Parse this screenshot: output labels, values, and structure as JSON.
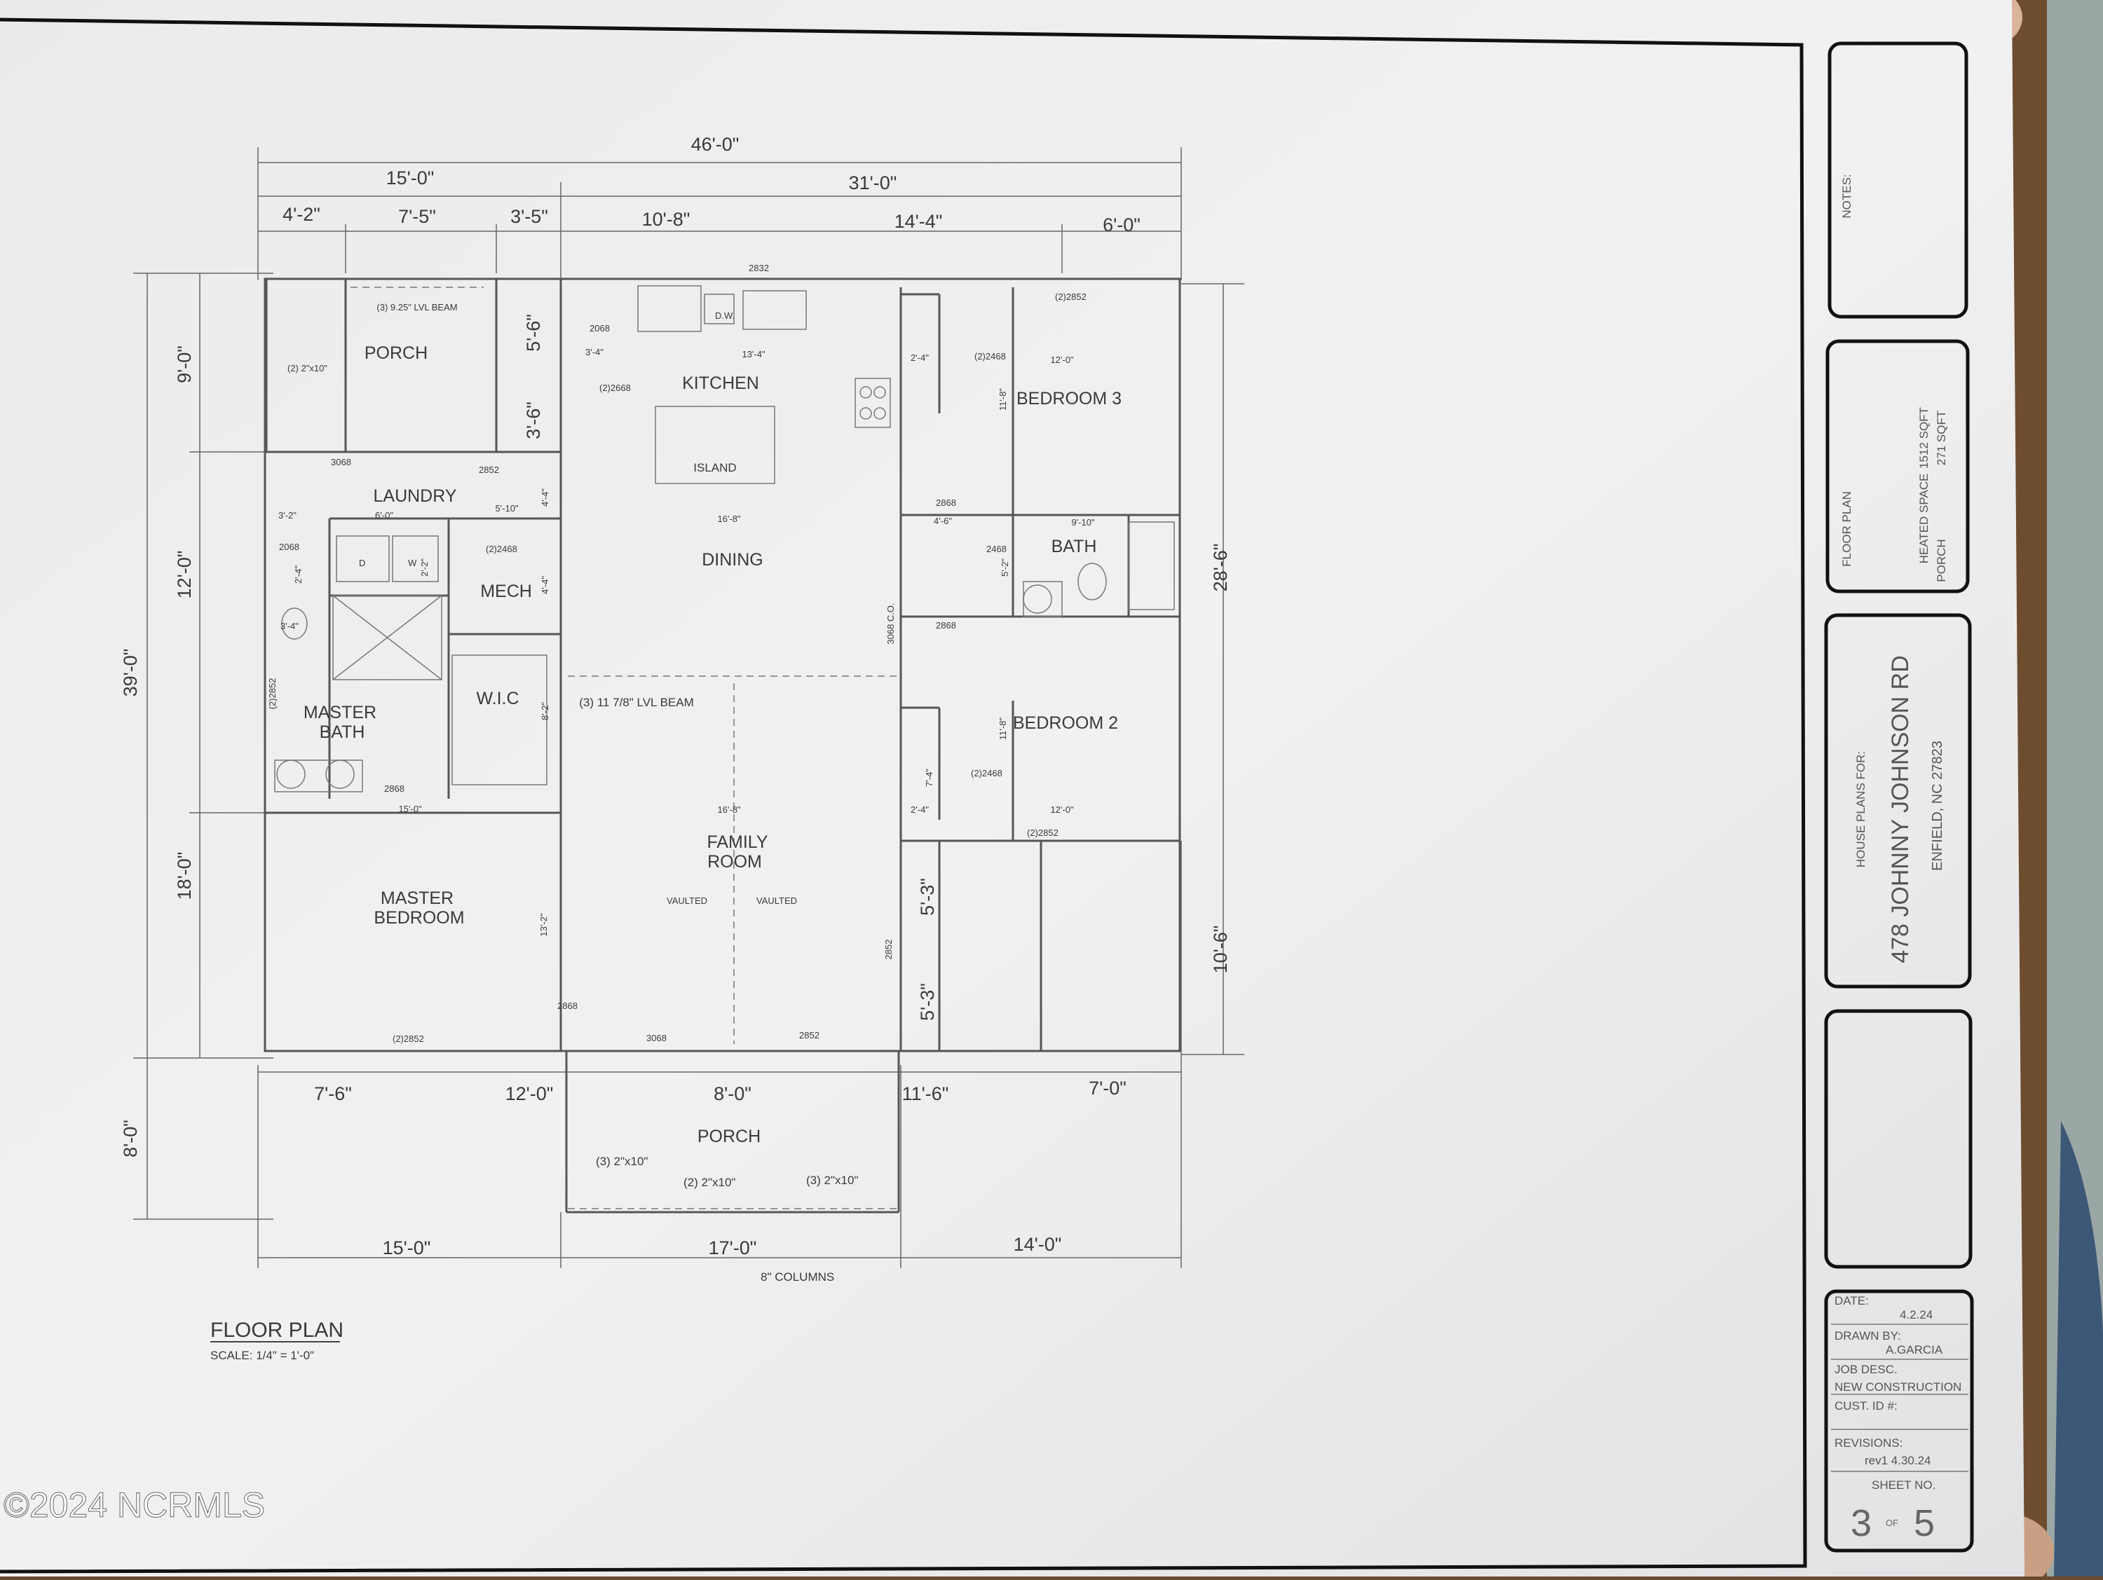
{
  "watermark": "©2024 NCRMLS",
  "dimensions": {
    "top_total": "46'-0\"",
    "top_left": "15'-0\"",
    "top_right": "31'-0\"",
    "top_a": "4'-2\"",
    "top_b": "7'-5\"",
    "top_c": "3'-5\"",
    "top_d": "10'-8\"",
    "top_e": "14'-4\"",
    "top_f": "6'-0\"",
    "left_total": "39'-0\"",
    "left_a": "9'-0\"",
    "left_b": "12'-0\"",
    "left_c": "18'-0\"",
    "left_porch": "8'-0\"",
    "inner_a": "5'-6\"",
    "inner_b": "3'-6\"",
    "right_a": "28'-6\"",
    "right_b": "10'-6\"",
    "mid_a": "5'-3\"",
    "mid_b": "5'-3\"",
    "porch_a": "7'-6\"",
    "porch_b": "12'-0\"",
    "porch_c": "8'-0\"",
    "porch_d": "11'-6\"",
    "porch_e": "7'-0\"",
    "bottom_a": "15'-0\"",
    "bottom_b": "17'-0\"",
    "bottom_c": "14'-0\""
  },
  "rooms": {
    "porch_top": "PORCH",
    "laundry": "LAUNDRY",
    "kitchen": "KITCHEN",
    "island": "ISLAND",
    "dining": "DINING",
    "mech": "MECH",
    "wic": "W.I.C",
    "master_bath_1": "MASTER",
    "master_bath_2": "BATH",
    "bedroom3": "BEDROOM 3",
    "bath": "BATH",
    "bedroom2": "BEDROOM 2",
    "family_1": "FAMILY",
    "family_2": "ROOM",
    "master_bed_1": "MASTER",
    "master_bed_2": "BEDROOM",
    "porch_bottom": "PORCH"
  },
  "notes": {
    "lvl_top": "(3) 9.25\" LVL BEAM",
    "lvl_mid": "(3) 11 7/8\" LVL BEAM",
    "porch_2x10_top": "(2) 2\"x10\"",
    "porch_3x10_left": "(3) 2\"x10\"",
    "porch_2x10_mid": "(2) 2\"x10\"",
    "porch_3x10_right": "(3) 2\"x10\"",
    "columns": "8\" COLUMNS",
    "vaulted": "VAULTED",
    "dw": "D.W.",
    "d": "D",
    "w": "W",
    "c_o": "3068 C.O."
  },
  "openings": {
    "w2832": "2832",
    "w3068a": "3068",
    "w2852a": "2852",
    "d2068a": "2068",
    "d2668": "(2)2668",
    "d2468a": "(2)2468",
    "w2852b": "(2)2852",
    "d2868a": "2868",
    "d2468b": "2468",
    "d2868b": "2868",
    "d2468c": "(2)2468",
    "w2852c": "(2)2852",
    "w2852d": "(2)2852",
    "d2868c": "2868",
    "w2852e": "(2)2852",
    "d2068b": "2068",
    "d2468d": "(2)2468",
    "d2868d": "2868",
    "d3068b": "3068",
    "w2852f": "2852",
    "w2852g": "2852"
  },
  "small_dims": {
    "k1": "13'-4\"",
    "k2": "16'-8\"",
    "k3": "16'-8\"",
    "b3w": "12'-0\"",
    "b3h": "11'-8\"",
    "b2w": "12'-0\"",
    "b2h": "11'-8\"",
    "bathw": "9'-10\"",
    "hall1": "2'-4\"",
    "hall2": "4'-6\"",
    "hall3": "2'-4\"",
    "hall4": "7'-4\"",
    "lau": "6'-0\"",
    "lau2": "5'-10\"",
    "mb": "15'-0\"",
    "mbh": "13'-2\"",
    "wic_h": "8'-2\"",
    "mech_h": "4'-4\"",
    "lau_h": "4'-4\"",
    "pantry": "3'-4\"",
    "mbath1": "3'-2\"",
    "mbath2": "3'-4\"",
    "mbath3": "2'-4\"",
    "bath_h": "5'-2\"",
    "wash": "2'-2\""
  },
  "floor_plan": {
    "title": "FLOOR PLAN",
    "scale": "SCALE: 1/4\" = 1'-0\""
  },
  "title_block": {
    "notes_label": "NOTES:",
    "plan_label": "FLOOR PLAN",
    "heated_label": "HEATED SPACE",
    "heated_value": "1512 SQFT",
    "porch_label": "PORCH",
    "porch_value": "271 SQFT",
    "house_plans_for": "HOUSE PLANS FOR:",
    "address": "478 JOHNNY JOHNSON RD",
    "city": "ENFIELD, NC 27823",
    "date_label": "DATE:",
    "date_value": "4.2.24",
    "drawn_label": "DRAWN BY:",
    "drawn_value": "A.GARCIA",
    "job_label": "JOB DESC.",
    "job_value": "NEW CONSTRUCTION",
    "cust_label": "CUST. ID #:",
    "rev_label": "REVISIONS:",
    "rev_value": "rev1 4.30.24",
    "sheet_label": "SHEET NO.",
    "sheet_num": "3",
    "sheet_of": "OF",
    "sheet_total": "5"
  }
}
